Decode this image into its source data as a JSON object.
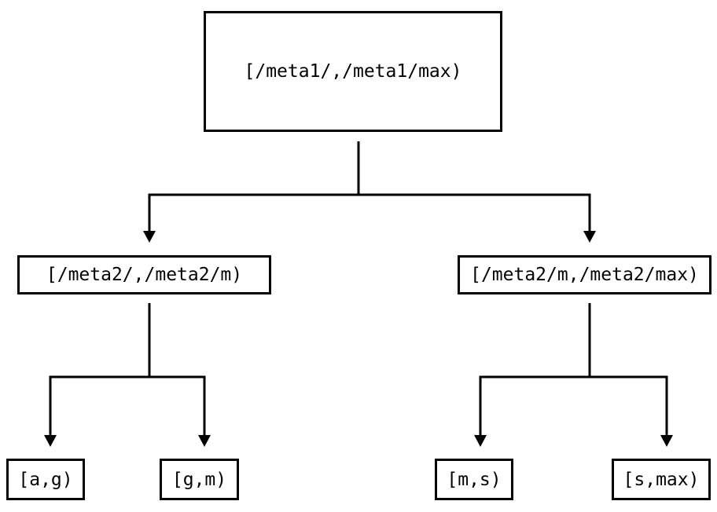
{
  "diagram": {
    "type": "binary-tree",
    "colors": {
      "line": "#000000",
      "background": "#ffffff",
      "text": "#000000"
    },
    "nodes": {
      "root": {
        "label": "[/meta1/,/meta1/max)"
      },
      "level2_left": {
        "label": "[/meta2/,/meta2/m)"
      },
      "level2_right": {
        "label": "[/meta2/m,/meta2/max)"
      },
      "leaf_1": {
        "label": "[a,g)"
      },
      "leaf_2": {
        "label": "[g,m)"
      },
      "leaf_3": {
        "label": "[m,s)"
      },
      "leaf_4": {
        "label": "[s,max)"
      }
    },
    "edges": [
      {
        "from": "root",
        "to": "level2_left"
      },
      {
        "from": "root",
        "to": "level2_right"
      },
      {
        "from": "level2_left",
        "to": "leaf_1"
      },
      {
        "from": "level2_left",
        "to": "leaf_2"
      },
      {
        "from": "level2_right",
        "to": "leaf_3"
      },
      {
        "from": "level2_right",
        "to": "leaf_4"
      }
    ]
  }
}
